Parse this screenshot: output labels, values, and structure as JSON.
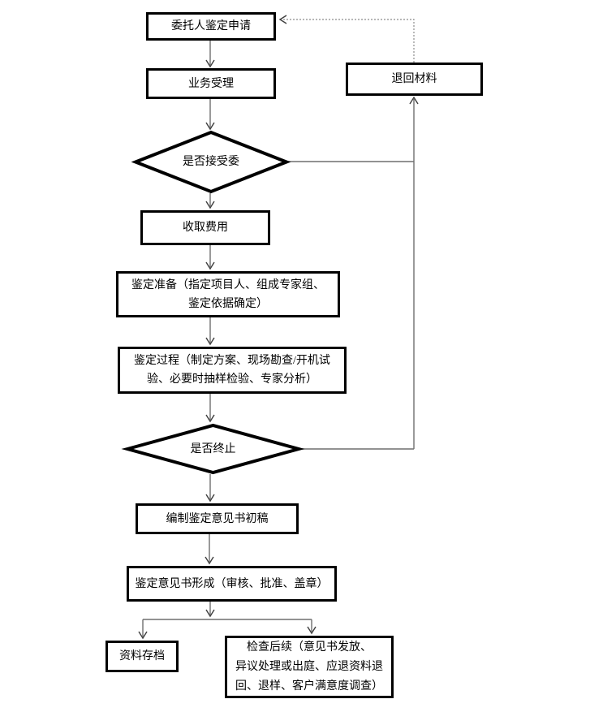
{
  "nodes": {
    "client_application": {
      "label": "委托人鉴定申请"
    },
    "business_acceptance": {
      "label": "业务受理"
    },
    "accept_decision": {
      "label": "是否接受委"
    },
    "collect_fees": {
      "label": "收取费用"
    },
    "appraisal_preparation": {
      "label": "鉴定准备（指定项目人、组成专家组、鉴定依据确定）",
      "lines": [
        "鉴定准备（指定项目人、组成专家组、",
        "鉴定依据确定）"
      ]
    },
    "appraisal_process": {
      "label": "鉴定过程（制定方案、现场勘查/开机试验、必要时抽样检验、专家分析）",
      "lines": [
        "鉴定过程（制定方案、现场勘查/开机试",
        "验、必要时抽样检验、专家分析）"
      ]
    },
    "terminate_decision": {
      "label": "是否终止"
    },
    "draft_opinion": {
      "label": "编制鉴定意见书初稿"
    },
    "opinion_formation": {
      "label": "鉴定意见书形成（审核、批准、盖章）"
    },
    "archive_materials": {
      "label": "资料存档"
    },
    "follow_up": {
      "label": "检查后续（意见书发放、异议处理或出庭、应退资料退回、退样、客户满意度调查）",
      "lines": [
        "检查后续（意见书发放、",
        "异议处理或出庭、应退资料退",
        "回、退样、客户满意度调查）"
      ]
    },
    "return_materials": {
      "label": "退回材料"
    }
  },
  "colors": {
    "shape_border": "#000000",
    "shape_fill": "#ffffff",
    "connector": "#6f6f6f",
    "arrowhead": "#3d3d3d",
    "dashed_connector": "#8c8c8c",
    "text": "#000000",
    "background": "#ffffff"
  }
}
